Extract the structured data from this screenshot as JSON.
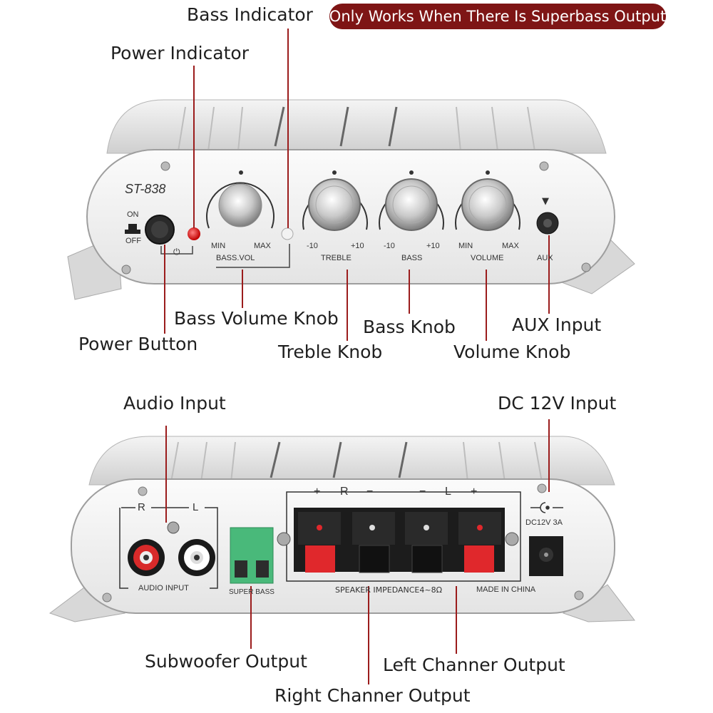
{
  "note_badge": "Only Works When There Is Superbass Output",
  "front_panel": {
    "model": "ST-838",
    "on_label": "ON",
    "off_label": "OFF",
    "power_symbol": "⏻",
    "bass_vol_min": "MIN",
    "bass_vol_max": "MAX",
    "bass_vol_label": "BASS.VOL",
    "treble_min": "-10",
    "treble_max": "+10",
    "treble_label": "TREBLE",
    "bass_min": "-10",
    "bass_max": "+10",
    "bass_label": "BASS",
    "volume_min": "MIN",
    "volume_max": "MAX",
    "volume_label": "VOLUME",
    "aux_arrow": "▼",
    "aux_label": "AUX"
  },
  "back_panel": {
    "r_label": "R",
    "l_label": "L",
    "audio_input_label": "AUDIO INPUT",
    "super_bass_label": "SUPER BASS",
    "plus_r": "+",
    "r_speaker": "R",
    "minus_r": "−",
    "minus_l": "−",
    "l_speaker": "L",
    "plus_l": "+",
    "impedance_label": "SPEAKER IMPEDANCE4~8Ω",
    "made_in": "MADE IN CHINA",
    "dc_label": "DC12V 3A"
  },
  "callouts": {
    "bass_indicator": "Bass Indicator",
    "power_indicator": "Power Indicator",
    "bass_volume_knob": "Bass Volume Knob",
    "power_button": "Power Button",
    "bass_knob": "Bass Knob",
    "aux_input": "AUX Input",
    "treble_knob": "Treble Knob",
    "volume_knob": "Volume Knob",
    "audio_input": "Audio Input",
    "dc_input": "DC 12V Input",
    "subwoofer_output": "Subwoofer Output",
    "left_output": "Left Channer Output",
    "right_output": "Right Channer Output"
  },
  "colors": {
    "leader": "#9b1c1c",
    "badge": "#7e1515",
    "silver": "#e6e6e6",
    "power_led": "#e02020",
    "terminal_red": "#e0282c",
    "super_bass_terminal": "#49b97a"
  }
}
